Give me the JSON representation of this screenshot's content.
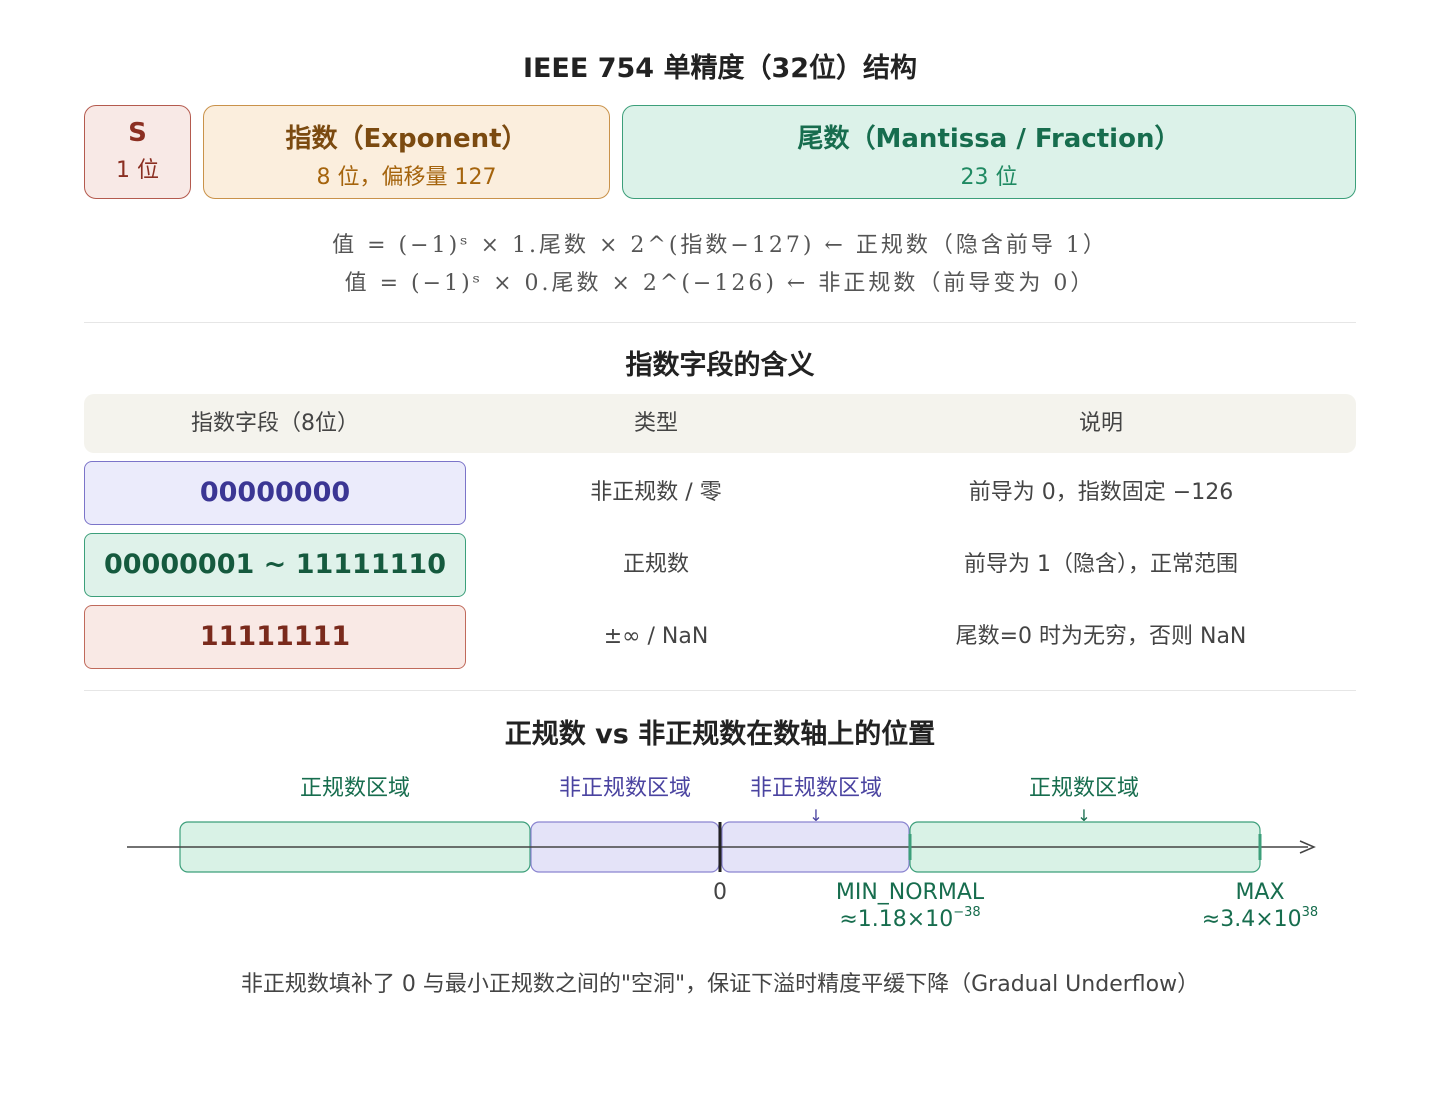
{
  "title": "IEEE 754 单精度（32位）结构",
  "fields": {
    "sign": {
      "name": "S",
      "bits": "1 位"
    },
    "exponent": {
      "name": "指数（Exponent）",
      "bits": "8 位，偏移量 127"
    },
    "mantissa": {
      "name": "尾数（Mantissa / Fraction）",
      "bits": "23 位"
    }
  },
  "formulas": {
    "normal": "值 = (−1)ˢ × 1.尾数 × 2^(指数−127) ← 正规数（隐含前导 1）",
    "denormal": "值 = (−1)ˢ × 0.尾数 × 2^(−126) ← 非正规数（前导变为 0）"
  },
  "exponent_table": {
    "title": "指数字段的含义",
    "headers": {
      "field": "指数字段（8位）",
      "type": "类型",
      "desc": "说明"
    },
    "rows": [
      {
        "bits": "00000000",
        "type": "非正规数 / 零",
        "desc": "前导为 0，指数固定 −126"
      },
      {
        "bits": "00000001 ~ 11111110",
        "type": "正规数",
        "desc": "前导为 1（隐含），正常范围"
      },
      {
        "bits": "11111111",
        "type": "±∞ / NaN",
        "desc": "尾数=0 时为无穷，否则 NaN"
      }
    ]
  },
  "number_line": {
    "title": "正规数 vs 非正规数在数轴上的位置",
    "regions": [
      {
        "label": "正规数区域",
        "kind": "normal"
      },
      {
        "label": "非正规数区域",
        "kind": "denormal"
      },
      {
        "label": "非正规数区域",
        "kind": "denormal"
      },
      {
        "label": "正规数区域",
        "kind": "normal"
      }
    ],
    "zero_label": "0",
    "min_normal": {
      "name": "MIN_NORMAL",
      "value": "≈1.18×10",
      "exp": "−38"
    },
    "max": {
      "name": "MAX",
      "value": "≈3.4×10",
      "exp": "38"
    },
    "arrow_glyph": "↓"
  },
  "footnote": "非正规数填补了 0 与最小正规数之间的\"空洞\"，保证下溢时精度平缓下降（Gradual Underflow）",
  "colors": {
    "normal_fill": "#d9f2e6",
    "normal_stroke": "#3c9f7a",
    "normal_text": "#176d4e",
    "denormal_fill": "#e4e3f8",
    "denormal_stroke": "#8a84d0",
    "denormal_text": "#4a43a0"
  }
}
